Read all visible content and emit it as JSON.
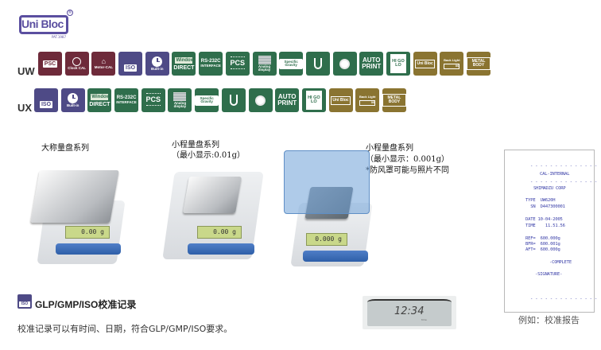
{
  "logo": {
    "text": "Uni Bloc",
    "registered": "®",
    "patent": "PAT.1987"
  },
  "rows": [
    {
      "label": "UW",
      "icons": [
        {
          "id": "psc",
          "label": "PSC",
          "color": "maroon"
        },
        {
          "id": "clock-cal",
          "label": "Clock CAL",
          "color": "maroon"
        },
        {
          "id": "motor-cal",
          "label": "Motor-CAL",
          "color": "maroon"
        },
        {
          "id": "iso",
          "label": "ISO",
          "color": "purple"
        },
        {
          "id": "built-in",
          "label": "Built-in",
          "color": "purple"
        },
        {
          "id": "windows-direct",
          "label": "DIRECT",
          "top": "Windows",
          "color": "green"
        },
        {
          "id": "rs232c",
          "label": "INTERFACE",
          "top": "RS-232C",
          "color": "green"
        },
        {
          "id": "pcs",
          "label": "PCS",
          "color": "green"
        },
        {
          "id": "analog-display",
          "label": "Analog display",
          "color": "green"
        },
        {
          "id": "specific-gravity",
          "label": "Specific Gravity",
          "color": "green"
        },
        {
          "id": "hook",
          "label": "",
          "color": "green"
        },
        {
          "id": "timer",
          "label": "",
          "color": "green"
        },
        {
          "id": "auto-print",
          "label": "AUTO PRINT",
          "color": "green"
        },
        {
          "id": "hi-go-lo",
          "label": "HI GO LO",
          "color": "green"
        },
        {
          "id": "unibloc",
          "label": "Uni Bloc",
          "color": "gold"
        },
        {
          "id": "back-light",
          "label": "Back Light",
          "color": "gold"
        },
        {
          "id": "metal-body",
          "label": "METAL BODY",
          "color": "gold"
        }
      ]
    },
    {
      "label": "UX",
      "icons": [
        {
          "id": "iso",
          "label": "ISO",
          "color": "purple"
        },
        {
          "id": "built-in",
          "label": "Built-in",
          "color": "purple"
        },
        {
          "id": "windows-direct",
          "label": "DIRECT",
          "top": "Windows",
          "color": "green"
        },
        {
          "id": "rs232c",
          "label": "INTERFACE",
          "top": "RS-232C",
          "color": "green"
        },
        {
          "id": "pcs",
          "label": "PCS",
          "color": "green"
        },
        {
          "id": "analog-display",
          "label": "Analog display",
          "color": "green"
        },
        {
          "id": "specific-gravity",
          "label": "Specific Gravity",
          "color": "green"
        },
        {
          "id": "hook",
          "label": "",
          "color": "green"
        },
        {
          "id": "timer",
          "label": "",
          "color": "green"
        },
        {
          "id": "auto-print",
          "label": "AUTO PRINT",
          "color": "green"
        },
        {
          "id": "hi-go-lo",
          "label": "HI GO LO",
          "color": "green"
        },
        {
          "id": "unibloc",
          "label": "Uni Bloc",
          "color": "gold"
        },
        {
          "id": "back-light",
          "label": "Back Light",
          "color": "gold"
        },
        {
          "id": "metal-body",
          "label": "METAL BODY",
          "color": "gold"
        }
      ]
    }
  ],
  "products": [
    {
      "caption": "大称量盘系列",
      "display": "0.00 g"
    },
    {
      "caption": "小程量盘系列\n（最小显示:0.01g）",
      "display": "0.00 g"
    },
    {
      "caption": "小程量盘系列\n（最小显示：0.001g）\n*防风罩可能与照片不同",
      "display": "0.000 g"
    }
  ],
  "report": {
    "lines": [
      "- - - - - - - - - - - - - -",
      "CAL-INTERNAL",
      "- - - - - - - - - - - - - -",
      "SHIMADZU CORP",
      "TYPE  UW620H",
      "  SN  D447300001",
      "DATE 10-04-2005",
      "TIME    11.51.56",
      "REF=  600.000g",
      "BFR=  600.001g",
      "AFT=  600.000g",
      "-COMPLETE",
      "-SIGNATURE-",
      "- - - - - - - - - - - - - -"
    ],
    "caption": "例如：校准报告"
  },
  "glp": {
    "icon_label": "ISO",
    "title": "GLP/GMP/ISO校准记录",
    "description": "校准记录可以有时间、日期，符合GLP/GMP/ISO要求。"
  },
  "lcd_photo": {
    "value": "12:34",
    "unit": "time"
  },
  "colors": {
    "maroon": "#6e2a3a",
    "purple": "#4e4a86",
    "green": "#2f6e4c",
    "gold": "#8a7431",
    "report_text": "#3a3fa8"
  }
}
